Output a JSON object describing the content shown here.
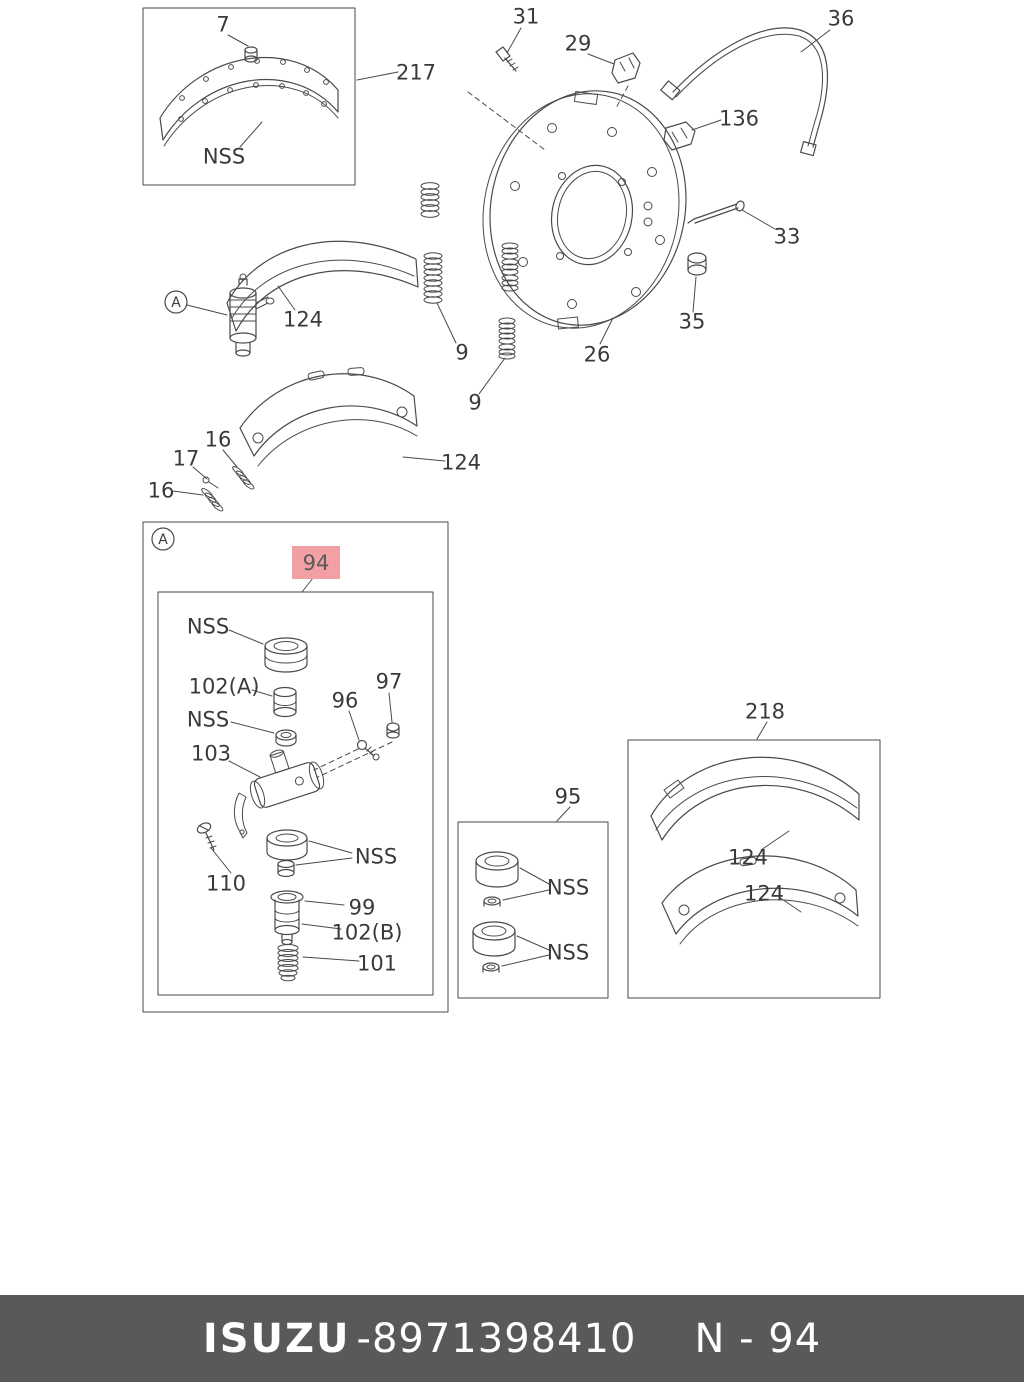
{
  "colors": {
    "highlight": "#f2a0a3",
    "footer_background": "#58595b",
    "line_color": "#4a4a4a"
  },
  "footer": {
    "brand": "ISUZU",
    "separator": "- ",
    "part_number": "8971398410",
    "page_code": "N - 94"
  },
  "labels": {
    "part7": "7",
    "part217": "217",
    "nss217": "NSS",
    "part31": "31",
    "part29": "29",
    "part36": "36",
    "part136": "136",
    "part33": "33",
    "part26": "26",
    "part35": "35",
    "part9a": "9",
    "part9b": "9",
    "part124a": "124",
    "part124b": "124",
    "part16a": "16",
    "part17": "17",
    "part16b": "16",
    "detailA": "A",
    "detailA2": "A",
    "part94": "94",
    "box94": {
      "nss1": "NSS",
      "part102a": "102(A)",
      "part97": "97",
      "part96": "96",
      "nss2": "NSS",
      "part103": "103",
      "part110": "110",
      "nss3": "NSS",
      "part99": "99",
      "part102b": "102(B)",
      "part101": "101"
    },
    "box95": {
      "label": "95",
      "nss1": "NSS",
      "nss2": "NSS"
    },
    "box218": {
      "label": "218",
      "part124a": "124",
      "part124b": "124"
    }
  }
}
